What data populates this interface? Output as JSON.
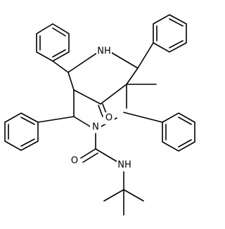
{
  "diagram": {
    "type": "chemical-structure",
    "atoms": {
      "nh_ring": "NH",
      "n_amide": "N",
      "o_ketone": "O",
      "o_amide": "O",
      "nh_amide": "NH"
    },
    "colors": {
      "bond": "#000000",
      "text": "#000000",
      "background": "#ffffff"
    }
  }
}
